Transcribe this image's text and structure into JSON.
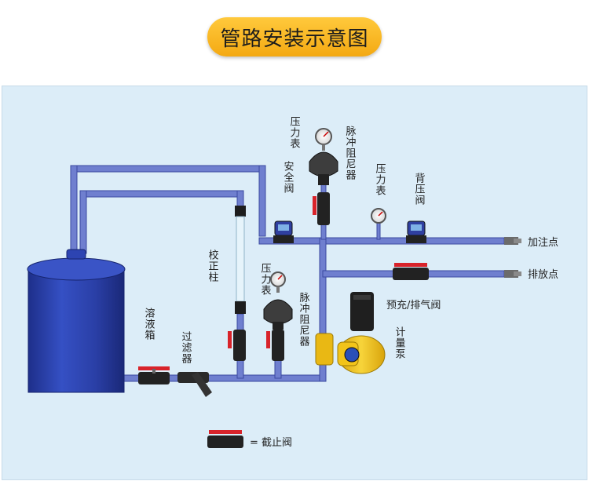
{
  "title": "管路安装示意图",
  "labels": {
    "pressure_gauge_top": "压力表",
    "pulse_damper_top": "脉冲阻尼器",
    "safety_valve": "安全阀",
    "pressure_gauge_right": "压力表",
    "back_pressure_valve": "背压阀",
    "dosing_point": "加注点",
    "drain_point": "排放点",
    "calibration_column": "校正柱",
    "pressure_gauge_mid": "压力表",
    "pulse_damper_mid": "脉冲阻尼器",
    "prime_vent_valve": "预充/排气阀",
    "metering_pump": "计量泵",
    "solution_tank": "溶液箱",
    "filter": "过滤器",
    "legend_text": "= 截止阀"
  },
  "colors": {
    "pipe": "#5a6cc4",
    "pipe_dark": "#2e3a8c",
    "tank": "#2a3fa6",
    "valve_handle": "#d8232a",
    "pump": "#f2c41a",
    "title_bg": "#f7b624",
    "panel_bg": "#dcedf8"
  },
  "icons": [
    "pressure-gauge-icon",
    "pulse-damper-icon",
    "safety-valve-icon",
    "back-pressure-valve-icon",
    "shutoff-valve-icon",
    "pump-icon",
    "tank-icon",
    "filter-icon",
    "nozzle-icon"
  ]
}
